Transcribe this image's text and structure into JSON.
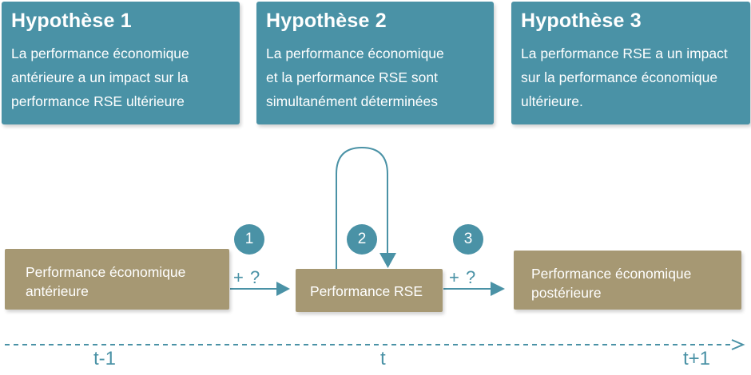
{
  "hypotheses": [
    {
      "title": "Hypothèse 1",
      "lines": [
        "La performance économique",
        "antérieure a un impact sur la",
        "performance RSE ultérieure"
      ]
    },
    {
      "title": "Hypothèse 2",
      "lines": [
        "La performance économique",
        "et la performance RSE sont",
        "simultanément déterminées"
      ]
    },
    {
      "title": "Hypothèse 3",
      "lines": [
        "La performance RSE a un impact",
        "sur la performance économique",
        "ultérieure."
      ]
    }
  ],
  "boxes": {
    "left": [
      "Performance économique",
      "antérieure"
    ],
    "middle": [
      "Performance RSE"
    ],
    "right": [
      "Performance économique",
      "postérieure"
    ]
  },
  "markers": [
    "1",
    "2",
    "3"
  ],
  "relations": {
    "left_to_middle": "+ ?",
    "middle_to_right": "+ ?"
  },
  "timeline": {
    "ticks": [
      "t-1",
      "t",
      "t+1"
    ]
  },
  "colors": {
    "teal": "#4a92a6",
    "khaki": "#a69873",
    "text_light": "#ffffff"
  }
}
